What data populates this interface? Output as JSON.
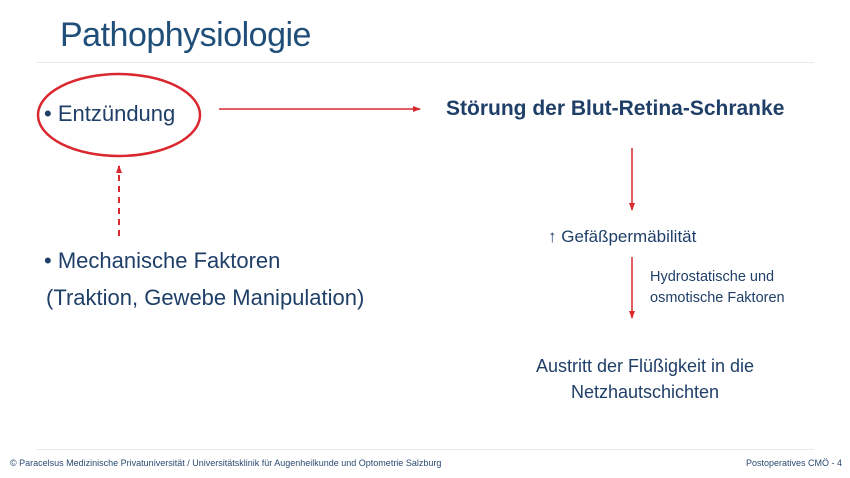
{
  "slide": {
    "title": "Pathophysiologie",
    "bullet_symbol": "•",
    "items": {
      "inflammation": "Entzündung",
      "mechanical": "Mechanische Faktoren",
      "mechanical_detail": "(Traktion, Gewebe Manipulation)"
    },
    "flow": {
      "barrier": "Störung der Blut-Retina-Schranke",
      "permeability_arrow": "↑",
      "permeability": "Gefäßpermäbilität",
      "factors_line1": "Hydrostatische und",
      "factors_line2": "osmotische Faktoren",
      "leak_line1": "Austritt der Flüßigkeit in die",
      "leak_line2": "Netzhautschichten"
    },
    "footer": {
      "left": "© Paracelsus Medizinische Privatuniversität / Universitätsklinik für Augenheilkunde und Optometrie Salzburg",
      "right": "Postoperatives CMÖ - 4"
    },
    "colors": {
      "title": "#1f4e79",
      "text": "#1f3f68",
      "accent_red": "#d9282f"
    }
  }
}
